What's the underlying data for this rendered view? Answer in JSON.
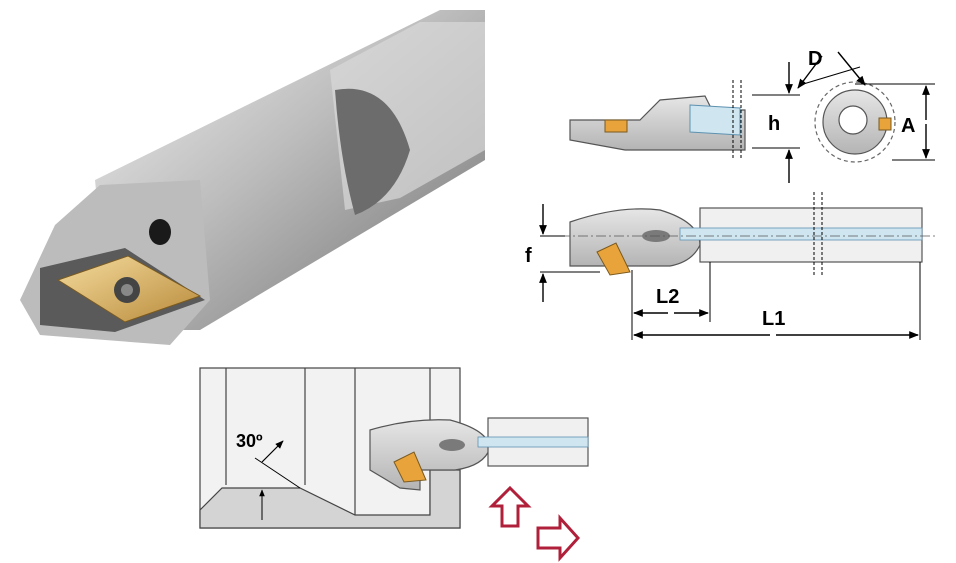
{
  "labels": {
    "h": "h",
    "D": "D",
    "A": "A",
    "f": "f",
    "L2": "L2",
    "L1": "L1",
    "angle": "30º"
  },
  "colors": {
    "steel": "#c8c8c8",
    "steel_dark": "#8a8a8a",
    "insert": "#e8a33a",
    "coolant": "#9fcfe6",
    "arrow": "#b0203a"
  }
}
